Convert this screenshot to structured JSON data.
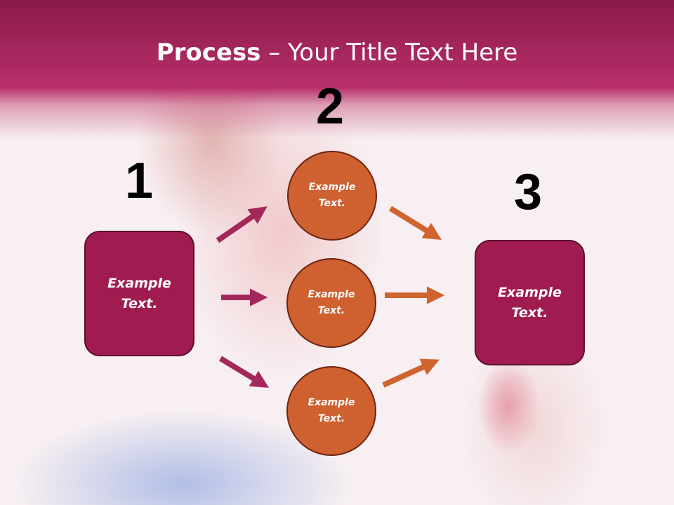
{
  "title": {
    "bold": "Process",
    "rest": " – Your Title Text Here"
  },
  "steps": {
    "n1": "1",
    "n2": "2",
    "n3": "3"
  },
  "left_box": {
    "line1": "Example",
    "line2": "Text."
  },
  "circles": [
    {
      "line1": "Example",
      "line2": "Text."
    },
    {
      "line1": "Example",
      "line2": "Text."
    },
    {
      "line1": "Example",
      "line2": "Text."
    }
  ],
  "right_box": {
    "line1": "Example",
    "line2": "Text."
  },
  "colors": {
    "header": "#a0245a",
    "box": "#a01c50",
    "circle": "#cf6030",
    "arrow_magenta": "#a3285a",
    "arrow_orange": "#d0642f"
  }
}
